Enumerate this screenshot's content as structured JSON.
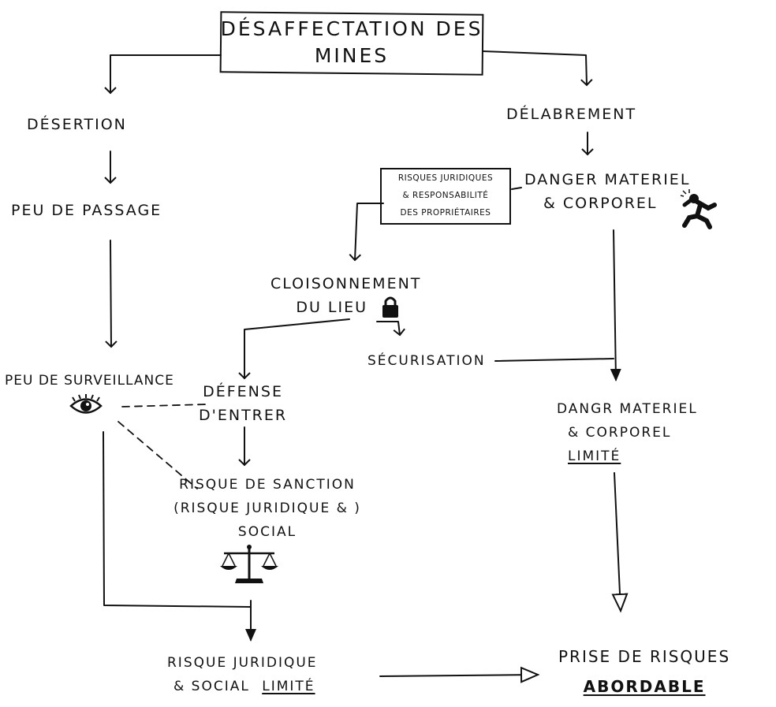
{
  "title": [
    "Désaffectation des",
    "mines"
  ],
  "nodes": {
    "desertion": "Désertion",
    "peu_de_passage": "Peu de passage",
    "peu_de_surveillance": "Peu de surveillance",
    "delabrement": "Délabrement",
    "danger_materiel": [
      "Danger materiel",
      "& corporel"
    ],
    "risques_juridiques_box": [
      "Risques juridiques",
      "& responsabilité",
      "des propriétaires"
    ],
    "cloisonnement": [
      "Cloisonnement",
      "du lieu"
    ],
    "securisation": "Sécurisation",
    "defense_entrer": [
      "Défense",
      "d'entrer"
    ],
    "risque_sanction": [
      "Risque de sanction",
      "(risque juridique & )",
      "social"
    ],
    "danger_limite": [
      "Dangr materiel",
      "& corporel",
      "limité"
    ],
    "risque_juridique_limite": [
      "Risque juridique",
      "& social",
      "limité"
    ],
    "prise_de_risques": [
      "Prise de risques",
      "abordable"
    ]
  },
  "icons": {
    "eye": "eye-icon",
    "lock": "lock-icon",
    "scales": "scales-icon",
    "injured_person": "injured-person-icon"
  },
  "colors": {
    "ink": "#111111",
    "background": "#ffffff"
  }
}
